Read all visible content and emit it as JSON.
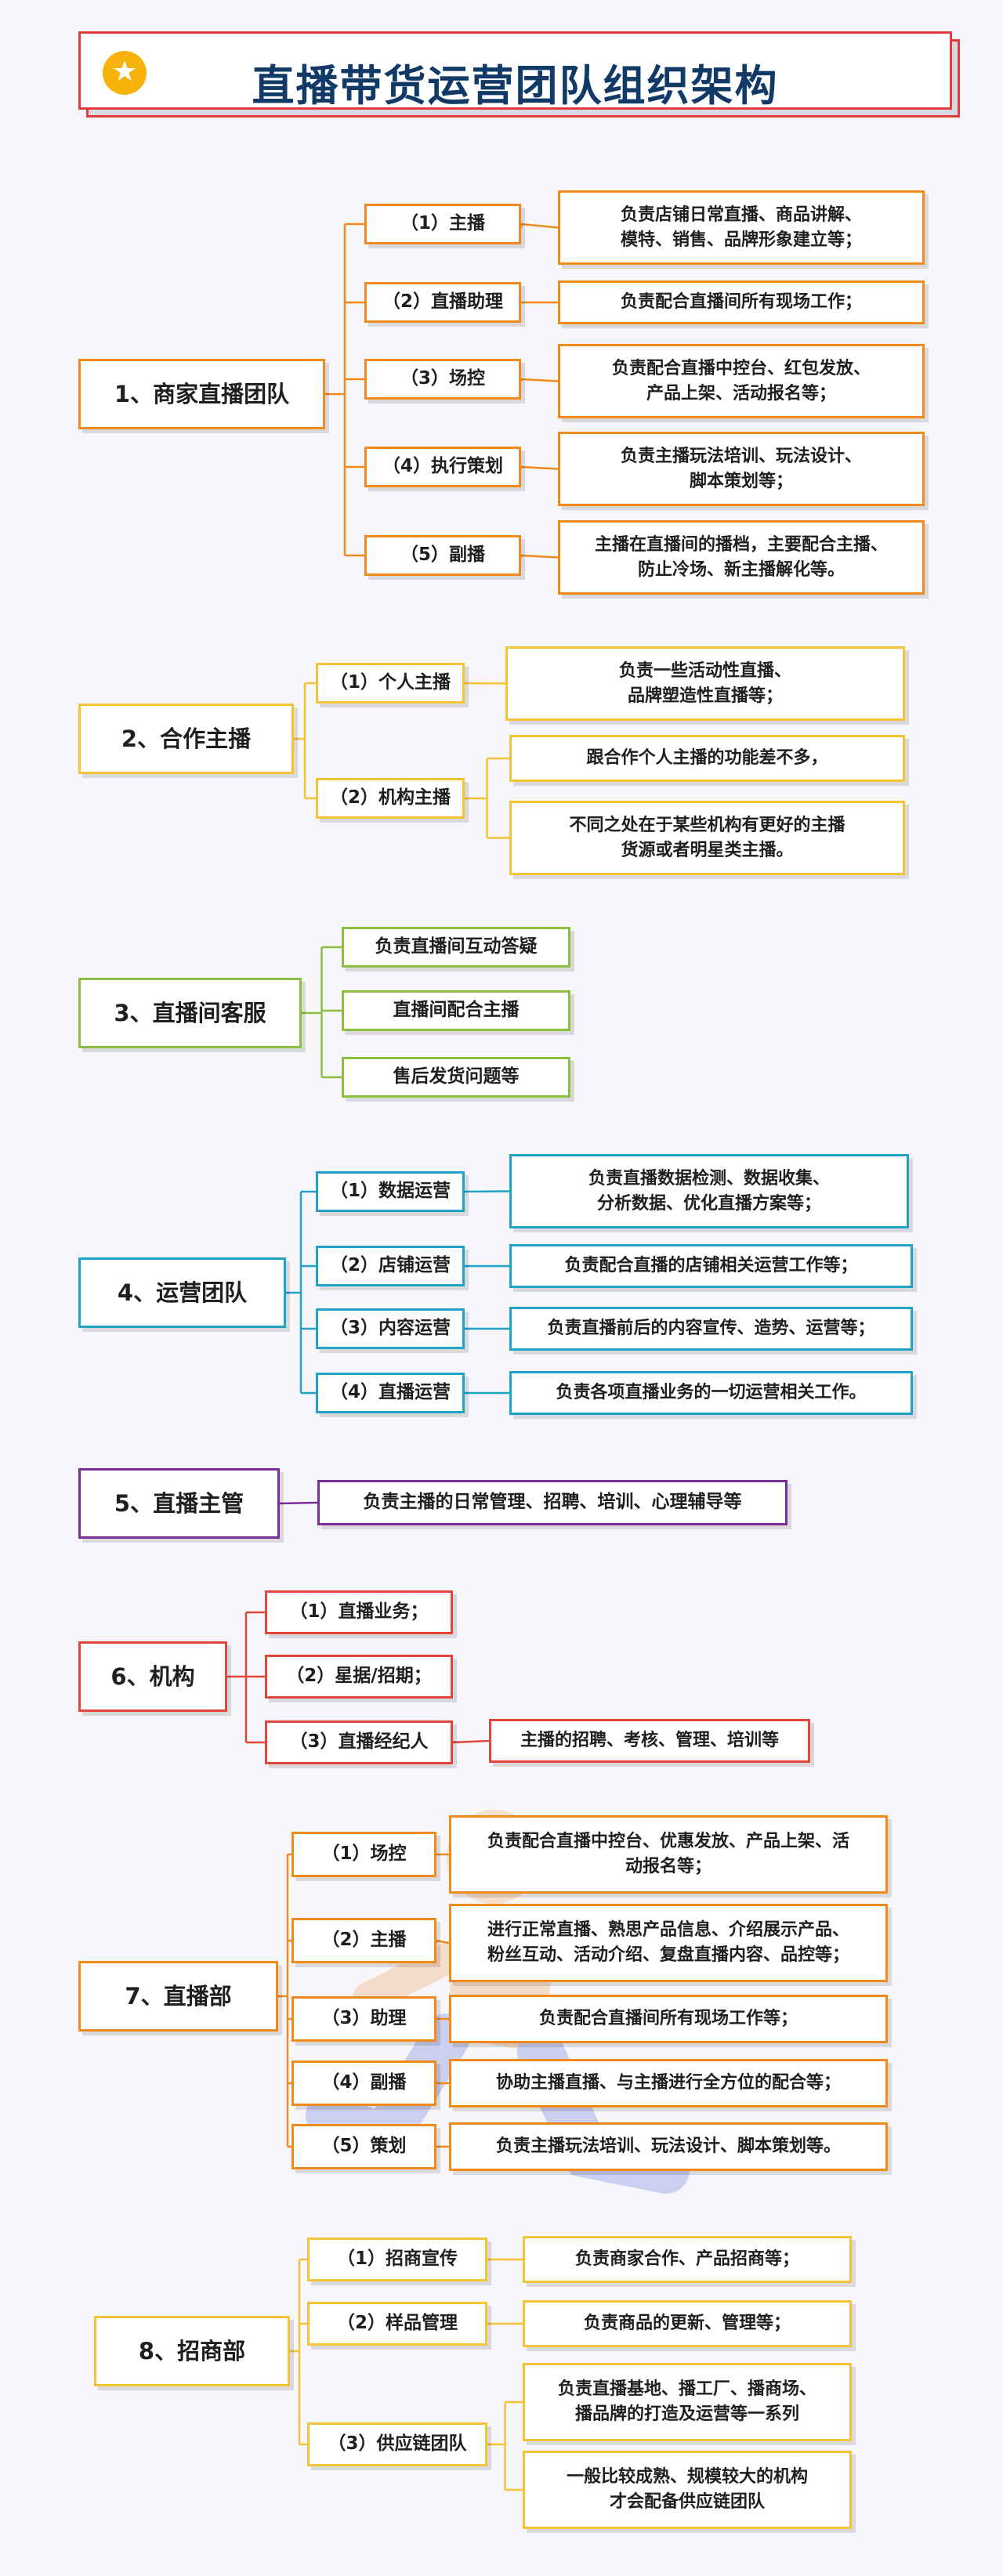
{
  "title": "直播带货运营团队组织架构",
  "sections": [
    {
      "color": "#f08a1c",
      "label": "1、商家直播团队",
      "children": [
        {
          "label": "（1）主播",
          "desc": [
            "负责店铺日常直播、商品讲解、\n模特、销售、品牌形象建立等；"
          ]
        },
        {
          "label": "（2）直播助理",
          "desc": [
            "负责配合直播间所有现场工作；"
          ]
        },
        {
          "label": "（3）场控",
          "desc": [
            "负责配合直播中控台、红包发放、\n产品上架、活动报名等；"
          ]
        },
        {
          "label": "（4）执行策划",
          "desc": [
            "负责主播玩法培训、玩法设计、\n脚本策划等；"
          ]
        },
        {
          "label": "（5）副播",
          "desc": [
            "主播在直播间的播档，主要配合主播、\n防止冷场、新主播解化等。"
          ]
        }
      ]
    },
    {
      "color": "#f5c338",
      "label": "2、合作主播",
      "children": [
        {
          "label": "（1）个人主播",
          "desc": [
            "负责一些活动性直播、\n品牌塑造性直播等；"
          ]
        },
        {
          "label": "（2）机构主播",
          "desc": [
            "跟合作个人主播的功能差不多，",
            "不同之处在于某些机构有更好的主播\n货源或者明星类主播。"
          ]
        }
      ]
    },
    {
      "color": "#8cbf3f",
      "label": "3、直播间客服",
      "children": [
        {
          "label": "负责直播间互动答疑",
          "desc": []
        },
        {
          "label": "直播间配合主播",
          "desc": []
        },
        {
          "label": "售后发货问题等",
          "desc": []
        }
      ]
    },
    {
      "color": "#1fa3c7",
      "label": "4、运营团队",
      "children": [
        {
          "label": "（1）数据运营",
          "desc": [
            "负责直播数据检测、数据收集、\n分析数据、优化直播方案等；"
          ]
        },
        {
          "label": "（2）店铺运营",
          "desc": [
            "负责配合直播的店铺相关运营工作等；"
          ]
        },
        {
          "label": "（3）内容运营",
          "desc": [
            "负责直播前后的内容宣传、造势、运营等；"
          ]
        },
        {
          "label": "（4）直播运营",
          "desc": [
            "负责各项直播业务的一切运营相关工作。"
          ]
        }
      ]
    },
    {
      "color": "#7b2d9a",
      "label": "5、直播主管",
      "children": [
        {
          "label": "负责主播的日常管理、招聘、培训、心理辅导等",
          "desc": []
        }
      ]
    },
    {
      "color": "#e0463a",
      "label": "6、机构",
      "children": [
        {
          "label": "（1）直播业务；",
          "desc": []
        },
        {
          "label": "（2）星据/招期；",
          "desc": []
        },
        {
          "label": "（3）直播经纪人",
          "desc": [
            "主播的招聘、考核、管理、培训等"
          ]
        }
      ]
    },
    {
      "color": "#f08a1c",
      "label": "7、直播部",
      "children": [
        {
          "label": "（1）场控",
          "desc": [
            "负责配合直播中控台、优惠发放、产品上架、活\n动报名等；"
          ]
        },
        {
          "label": "（2）主播",
          "desc": [
            "进行正常直播、熟思产品信息、介绍展示产品、\n粉丝互动、活动介绍、复盘直播内容、品控等；"
          ]
        },
        {
          "label": "（3）助理",
          "desc": [
            "负责配合直播间所有现场工作等；"
          ]
        },
        {
          "label": "（4）副播",
          "desc": [
            "协助主播直播、与主播进行全方位的配合等；"
          ]
        },
        {
          "label": "（5）策划",
          "desc": [
            "负责主播玩法培训、玩法设计、脚本策划等。"
          ]
        }
      ]
    },
    {
      "color": "#f5c338",
      "label": "8、招商部",
      "children": [
        {
          "label": "（1）招商宣传",
          "desc": [
            "负责商家合作、产品招商等；"
          ]
        },
        {
          "label": "（2）样品管理",
          "desc": [
            "负责商品的更新、管理等；"
          ]
        },
        {
          "label": "（3）供应链团队",
          "desc": [
            "负责直播基地、播工厂、播商场、\n播品牌的打造及运营等一系列",
            "一般比较成熟、规模较大的机构\n才会配备供应链团队"
          ]
        }
      ]
    }
  ]
}
